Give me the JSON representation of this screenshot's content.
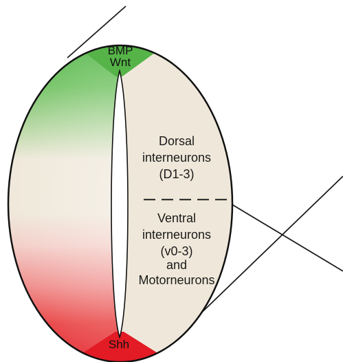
{
  "signals": {
    "top": [
      "BMP",
      "Wnt"
    ],
    "bottom": "Shh"
  },
  "regions": {
    "dorsal": [
      "Dorsal",
      "interneurons",
      "(D1-3)"
    ],
    "ventral": [
      "Ventral",
      "interneurons",
      "(v0-3)",
      "and",
      "Motorneurons"
    ]
  },
  "colors": {
    "tissue": "#efe8da",
    "dorsal_gradient": "#58b84a",
    "ventral_gradient": "#e8202a",
    "outline": "#111111",
    "background": "#ffffff"
  }
}
